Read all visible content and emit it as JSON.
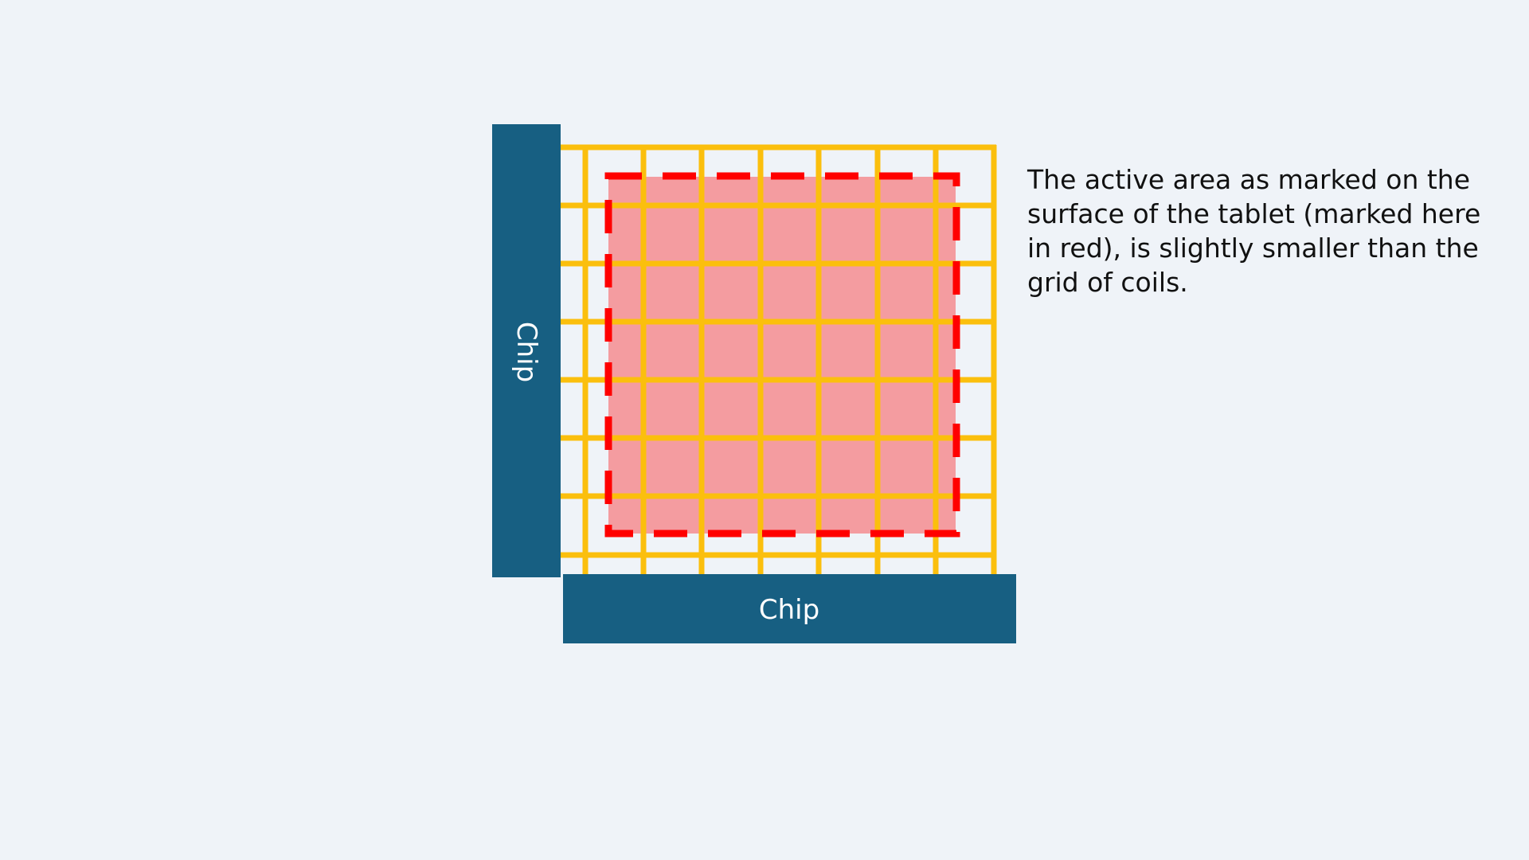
{
  "diagram": {
    "vertical_chip_label": "Chip",
    "horizontal_chip_label": "Chip",
    "caption": "The active area as marked on the surface of the tablet (marked here in red), is slightly smaller than the grid of coils.",
    "colors": {
      "background": "#eff3f8",
      "chip": "#175f82",
      "chip_text": "#ffffff",
      "coil_grid": "#fbbf0d",
      "active_area_fill": "#f49ca0",
      "active_area_border": "#ff0000",
      "caption_text": "#111111"
    }
  }
}
